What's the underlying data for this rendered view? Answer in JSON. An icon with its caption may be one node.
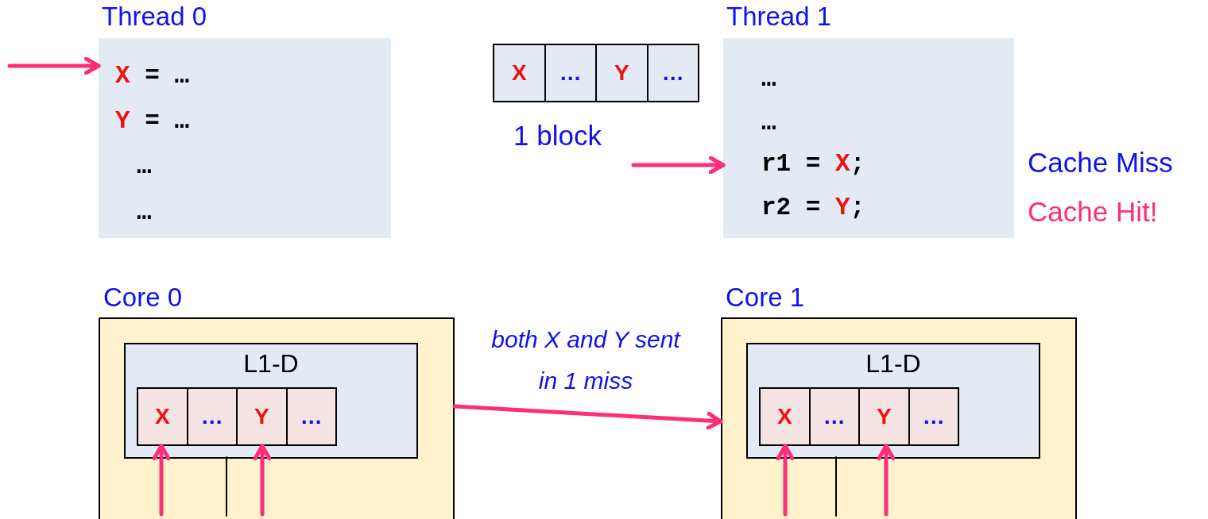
{
  "diagram": {
    "nodes": [
      {
        "text": [
          "Thread 0",
          "X = …",
          "Y = …",
          "…",
          "…"
        ]
      },
      {
        "text": [],
        "shape": "box",
        "beside": [
          "1 block"
        ]
      },
      {
        "text": [
          "X"
        ],
        "in": 1
      },
      {
        "text": [
          "…"
        ],
        "in": 1
      },
      {
        "text": [
          "Y"
        ],
        "in": 1
      },
      {
        "text": [
          "…"
        ],
        "in": 1
      },
      {
        "text": [
          "Thread 1",
          "…",
          "…",
          "r1 = X;",
          "r2 = Y;"
        ],
        "beside": [
          "Cache Miss",
          "Cache Hit!"
        ]
      },
      {
        "text": [
          "Core 0"
        ]
      },
      {
        "text": [
          "L1-D"
        ],
        "in": 7
      },
      {
        "text": [
          "X"
        ],
        "in": 8
      },
      {
        "text": [
          "…"
        ],
        "in": 8
      },
      {
        "text": [
          "Y"
        ],
        "in": 8
      },
      {
        "text": [
          "…"
        ],
        "in": 8
      },
      {
        "text": [
          "Core 1"
        ]
      },
      {
        "text": [
          "L1-D"
        ],
        "in": 13
      },
      {
        "text": [
          "X"
        ],
        "in": 14
      },
      {
        "text": [
          "…"
        ],
        "in": 14
      },
      {
        "text": [
          "Y"
        ],
        "in": 14
      },
      {
        "text": [
          "…"
        ],
        "in": 14
      }
    ],
    "edges": [
      {
        "from": null,
        "to": 0,
        "arrow": "to"
      },
      {
        "from": null,
        "to": 6,
        "arrow": "to"
      },
      {
        "from": 7,
        "to": 13,
        "arrow": "to",
        "label": "both X and Y sent in 1 miss"
      },
      {
        "from": null,
        "to": 9,
        "arrow": "to"
      },
      {
        "from": null,
        "to": 11,
        "arrow": "to"
      },
      {
        "from": 8,
        "to": null,
        "arrow": "none",
        "color": "#000000"
      },
      {
        "from": null,
        "to": 15,
        "arrow": "to"
      },
      {
        "from": null,
        "to": 17,
        "arrow": "to"
      },
      {
        "from": 14,
        "to": null,
        "arrow": "none",
        "color": "#000000"
      }
    ]
  }
}
